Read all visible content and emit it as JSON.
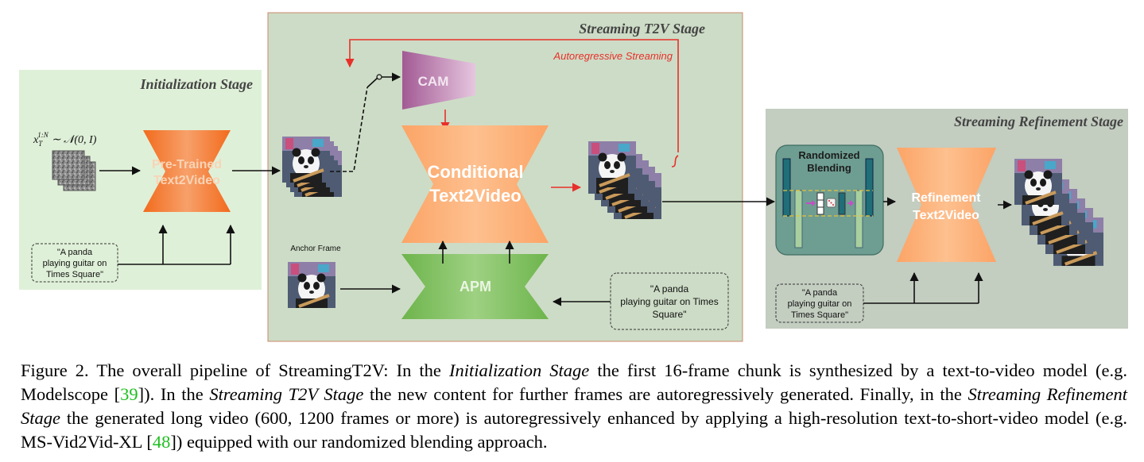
{
  "stages": {
    "initialization": "Initialization Stage",
    "streaming_t2v": "Streaming T2V Stage",
    "refinement": "Streaming Refinement Stage"
  },
  "noise": {
    "formula_lhs": "x",
    "formula_sub": "T",
    "formula_sup": "1:N",
    "formula_rhs": "∼ 𝒩(0, I)"
  },
  "modules": {
    "pretrained": [
      "Pre-Trained",
      "Text2Video"
    ],
    "cam": "CAM",
    "conditional": [
      "Conditional",
      "Text2Video"
    ],
    "apm": "APM",
    "randomized_blending": [
      "Randomized",
      "Blending"
    ],
    "refinement": [
      "Refinement",
      "Text2Video"
    ]
  },
  "labels": {
    "anchor_frame": "Anchor Frame",
    "autoregressive": "Autoregressive Streaming"
  },
  "prompts": {
    "init": [
      "\"A panda",
      "playing guitar on",
      "Times Square\""
    ],
    "stream": [
      "\"A panda",
      "playing guitar on Times",
      "Square\""
    ],
    "refine": [
      "\"A panda",
      "playing guitar on",
      "Times Square\""
    ]
  },
  "caption": {
    "p1": "Figure 2.  The overall pipeline of StreamingT2V: In the ",
    "i1": "Initialization Stage",
    "p2": " the first 16-frame chunk is synthesized by a text-to-video model (e.g. Modelscope [",
    "c1": "39",
    "p3": "]). In the ",
    "i2": "Streaming T2V Stage",
    "p4": " the new content for further frames are autoregressively generated. Finally, in the ",
    "i3": "Streaming Refinement Stage",
    "p5": " the generated long video (600, 1200 frames or more) is autoregressively enhanced by applying a high-resolution text-to-short-video model (e.g. MS-Vid2Vid-XL [",
    "c2": "48",
    "p6": "]) equipped with our randomized blending approach."
  },
  "colors": {
    "init_bg": "#dff0d8",
    "stream_bg": "#cddcc6",
    "refine_bg": "#c3cdc0",
    "orange": "#f47a2a",
    "light_orange": "#fdb279",
    "cam": "#b678a8",
    "apm": "#7cc05c",
    "blend_bg": "#6e9d91",
    "red": "#e8302a"
  }
}
